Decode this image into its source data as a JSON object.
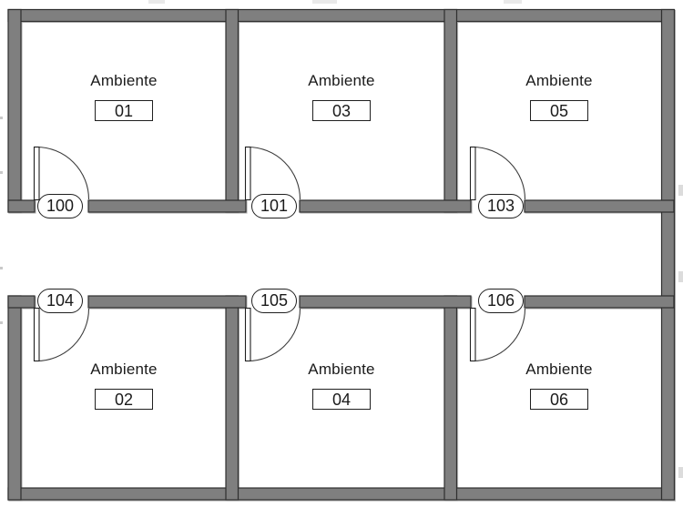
{
  "colors": {
    "wall_fill": "#7f7f7f",
    "wall_line": "#2f2f2f",
    "background": "#ffffff",
    "text": "#1a1a1a"
  },
  "rooms": [
    {
      "name": "Ambiente",
      "number": "01",
      "door_tag": "100"
    },
    {
      "name": "Ambiente",
      "number": "03",
      "door_tag": "101"
    },
    {
      "name": "Ambiente",
      "number": "05",
      "door_tag": "103"
    },
    {
      "name": "Ambiente",
      "number": "02",
      "door_tag": "104"
    },
    {
      "name": "Ambiente",
      "number": "04",
      "door_tag": "105"
    },
    {
      "name": "Ambiente",
      "number": "06",
      "door_tag": "106"
    }
  ]
}
